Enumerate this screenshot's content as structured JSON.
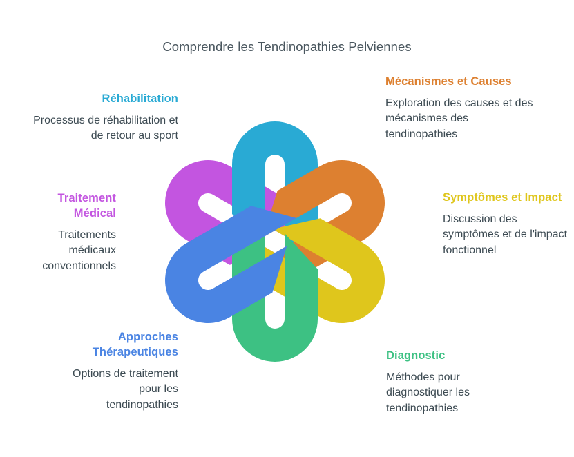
{
  "page": {
    "title": "Comprendre les Tendinopathies Pelviennes",
    "background_color": "#ffffff",
    "body_text_color": "#3c4a52"
  },
  "graphic": {
    "name": "six-petal-interlocking-loop",
    "petal_colors": {
      "rehabilitation": "#29aad4",
      "mecanismes": "#dd8030",
      "symptomes": "#dfc61c",
      "diagnostic": "#3dc183",
      "approches": "#4a84e3",
      "traitement": "#c355e0"
    }
  },
  "sections": [
    {
      "id": "rehabilitation",
      "heading": "Réhabilitation",
      "description": "Processus de réhabilitation et de retour au sport",
      "color": "#29aad4",
      "align": "right"
    },
    {
      "id": "mecanismes",
      "heading": "Mécanismes et Causes",
      "description": "Exploration des causes et des mécanismes des tendinopathies",
      "color": "#dd8030",
      "align": "left"
    },
    {
      "id": "traitement_medical",
      "heading": "Traitement Médical",
      "description": "Traitements médicaux conventionnels",
      "color": "#c355e0",
      "align": "right"
    },
    {
      "id": "symptomes",
      "heading": "Symptômes et Impact",
      "description": "Discussion des symptômes et de l'impact fonctionnel",
      "color": "#dfc61c",
      "align": "left"
    },
    {
      "id": "approches",
      "heading": "Approches Thérapeutiques",
      "description": "Options de traitement pour les tendinopathies",
      "color": "#4a84e3",
      "align": "right"
    },
    {
      "id": "diagnostic",
      "heading": "Diagnostic",
      "description": "Méthodes pour diagnostiquer les tendinopathies",
      "color": "#3dc183",
      "align": "left"
    }
  ]
}
